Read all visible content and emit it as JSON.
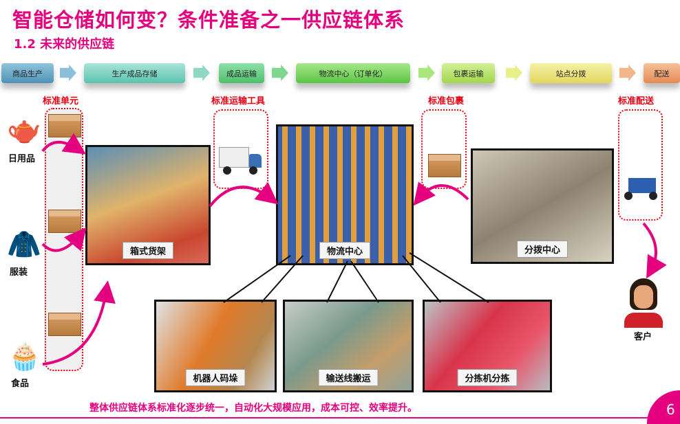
{
  "title": "智能仓储如何变？条件准备之一供应链体系",
  "subtitle": "1.2  未来的供应链",
  "process": [
    "商品生产",
    "生产成品存储",
    "成品运输",
    "物流中心（订单化）",
    "包裹运输",
    "站点分拨",
    "配送"
  ],
  "standards": [
    "标准单元",
    "标准运输工具",
    "标准包裹",
    "标准配送"
  ],
  "categories": [
    "日用品",
    "服装",
    "食品"
  ],
  "photos": {
    "rack": "箱式货架",
    "center": "物流中心",
    "sorting_center": "分拨中心",
    "robot": "机器人码垛",
    "conveyor": "输送线搬运",
    "sorter": "分拣机分拣"
  },
  "customer": "客户",
  "summary": "整体供应链体系标准化逐步统一，自动化大规模应用，成本可控、效率提升。",
  "page_number": "6",
  "colors": {
    "accent": "#e5007f",
    "label_red": "#e60012"
  }
}
